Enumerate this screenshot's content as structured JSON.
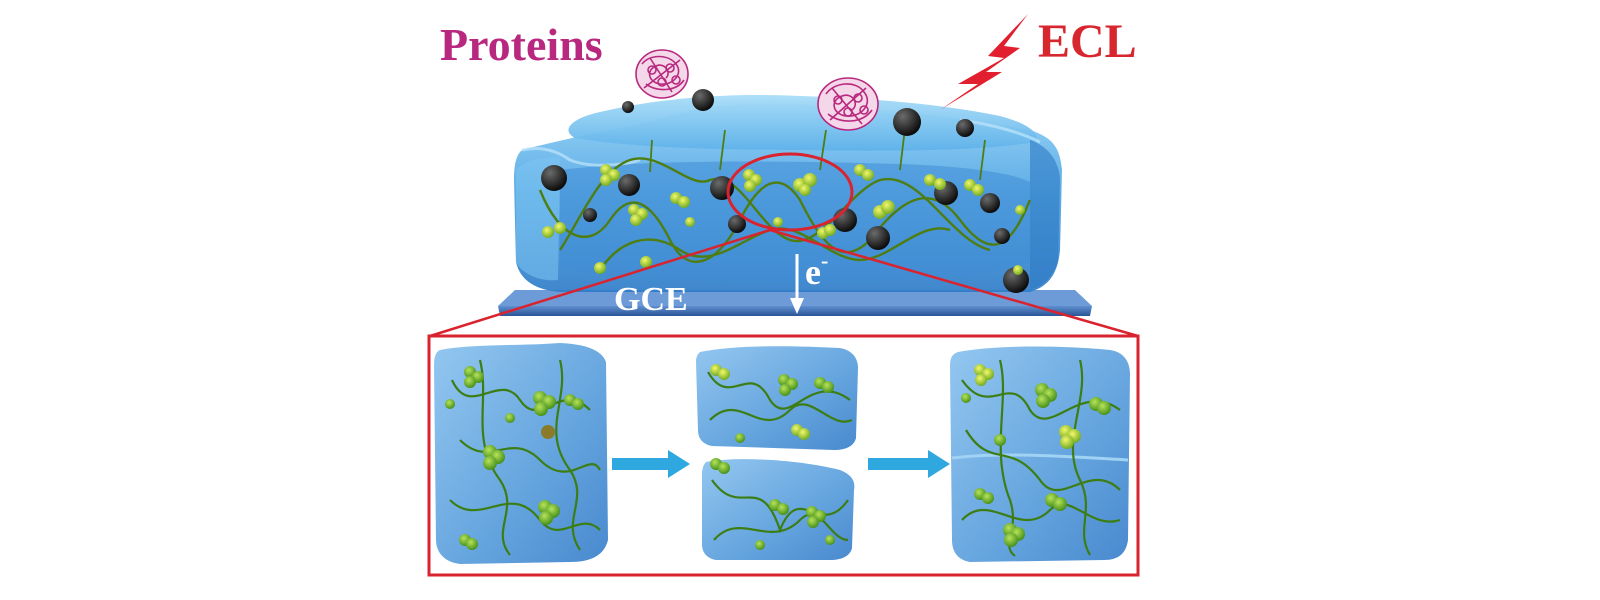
{
  "labels": {
    "proteins": "Proteins",
    "ecl": "ECL",
    "gce": "GCE",
    "electron": "e",
    "electron_charge": "-"
  },
  "colors": {
    "proteins_text": "#b8287e",
    "ecl_text": "#d8262e",
    "lightning": "#e21f2e",
    "hydrogel_blue": "#4a9fe0",
    "hydrogel_light": "#7cc4f2",
    "electrode": "#3f6fb0",
    "zoom_frame": "#d9232e",
    "arrow_cyan": "#2fa8e0",
    "polymer_chain": "#4e8a1a",
    "luminophore": "#7fc234",
    "luminophore_bright": "#e6ef2e",
    "nanoparticle": "#151515"
  },
  "icons": {
    "protein": "protein-molecule-icon",
    "lightning": "lightning-bolt-icon",
    "electron_arrow": "down-arrow-icon",
    "process_arrow": "right-arrow-icon"
  }
}
